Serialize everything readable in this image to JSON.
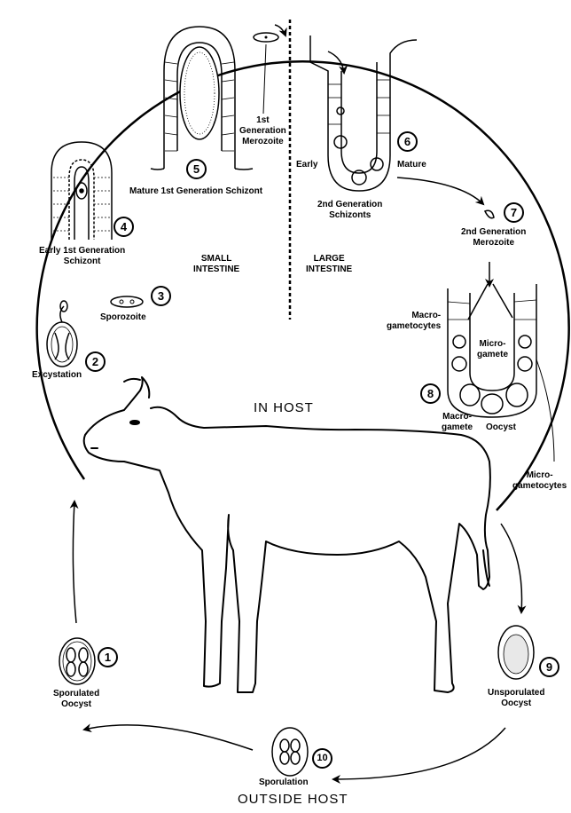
{
  "regions": {
    "in_host": "IN HOST",
    "outside_host": "OUTSIDE HOST",
    "small_intestine": [
      "SMALL",
      "INTESTINE"
    ],
    "large_intestine": [
      "LARGE",
      "INTESTINE"
    ]
  },
  "stages": [
    {
      "number": "1",
      "label": [
        "Sporulated",
        "Oocyst"
      ]
    },
    {
      "number": "2",
      "label": [
        "Excystation"
      ]
    },
    {
      "number": "3",
      "label": [
        "Sporozoite"
      ]
    },
    {
      "number": "4",
      "label": [
        "Early 1st Generation",
        "Schizont"
      ]
    },
    {
      "number": "5",
      "label": [
        "Mature 1st Generation Schizont"
      ]
    },
    {
      "number": "6",
      "label": [
        "2nd Generation",
        "Schizonts"
      ]
    },
    {
      "number": "7",
      "label": [
        "2nd Generation",
        "Merozoite"
      ]
    },
    {
      "number": "8",
      "label": []
    },
    {
      "number": "9",
      "label": [
        "Unsporulated",
        "Oocyst"
      ]
    },
    {
      "number": "10",
      "label": [
        "Sporulation"
      ]
    }
  ],
  "annotations": {
    "first_gen_merozoite": [
      "1st",
      "Generation",
      "Merozoite"
    ],
    "early": "Early",
    "mature": "Mature",
    "macrogametocytes": [
      "Macro-",
      "gametocytes"
    ],
    "microgamete": [
      "Micro-",
      "gamete"
    ],
    "macrogamete": [
      "Macro-",
      "gamete"
    ],
    "oocyst": "Oocyst",
    "microgametocytes": [
      "Micro-",
      "gametocytes"
    ]
  }
}
